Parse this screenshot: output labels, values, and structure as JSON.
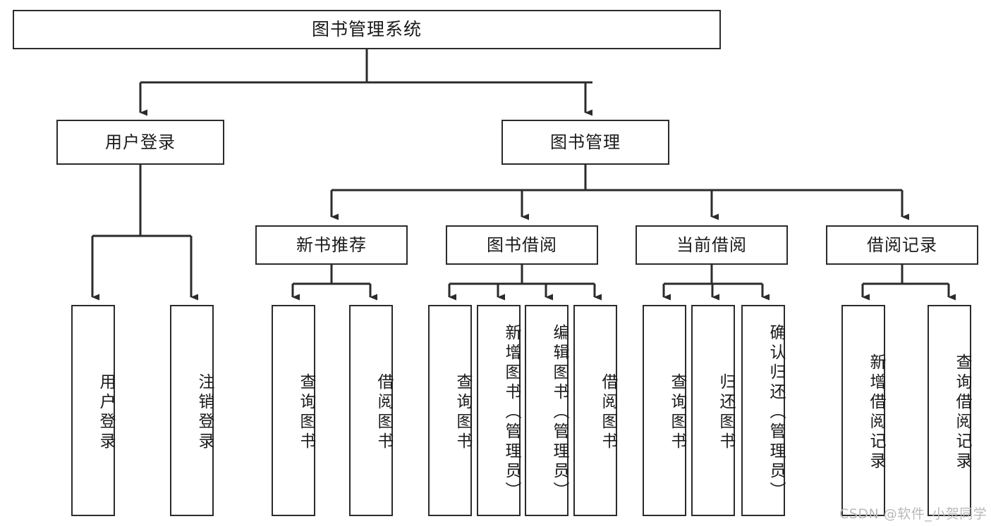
{
  "diagram": {
    "title": "图书管理系统",
    "background_color": "#ffffff",
    "line_color": "#2b2b2b",
    "box_fill": "#ffffff",
    "type": "tree-hierarchy-diagram"
  },
  "nodes": {
    "root": {
      "label": "图书管理系统"
    },
    "level2": [
      {
        "label": "用户登录"
      },
      {
        "label": "图书管理"
      }
    ],
    "level3": [
      {
        "label": "新书推荐"
      },
      {
        "label": "图书借阅"
      },
      {
        "label": "当前借阅"
      },
      {
        "label": "借阅记录"
      }
    ],
    "leaves_user_login": [
      {
        "label": "用户登录"
      },
      {
        "label": "注销登录"
      }
    ],
    "leaves_new_book": [
      {
        "label": "查询图书"
      },
      {
        "label": "借阅图书"
      }
    ],
    "leaves_borrow": [
      {
        "label": "查询图书"
      },
      {
        "label": "新增图书（管理员）"
      },
      {
        "label": "编辑图书（管理员）"
      },
      {
        "label": "借阅图书"
      }
    ],
    "leaves_current": [
      {
        "label": "查询图书"
      },
      {
        "label": "归还图书"
      },
      {
        "label": "确认归还（管理员）"
      }
    ],
    "leaves_records": [
      {
        "label": "新增借阅记录"
      },
      {
        "label": "查询借阅记录"
      }
    ]
  },
  "watermark": {
    "text": "CSDN @软件_小贺同学"
  }
}
